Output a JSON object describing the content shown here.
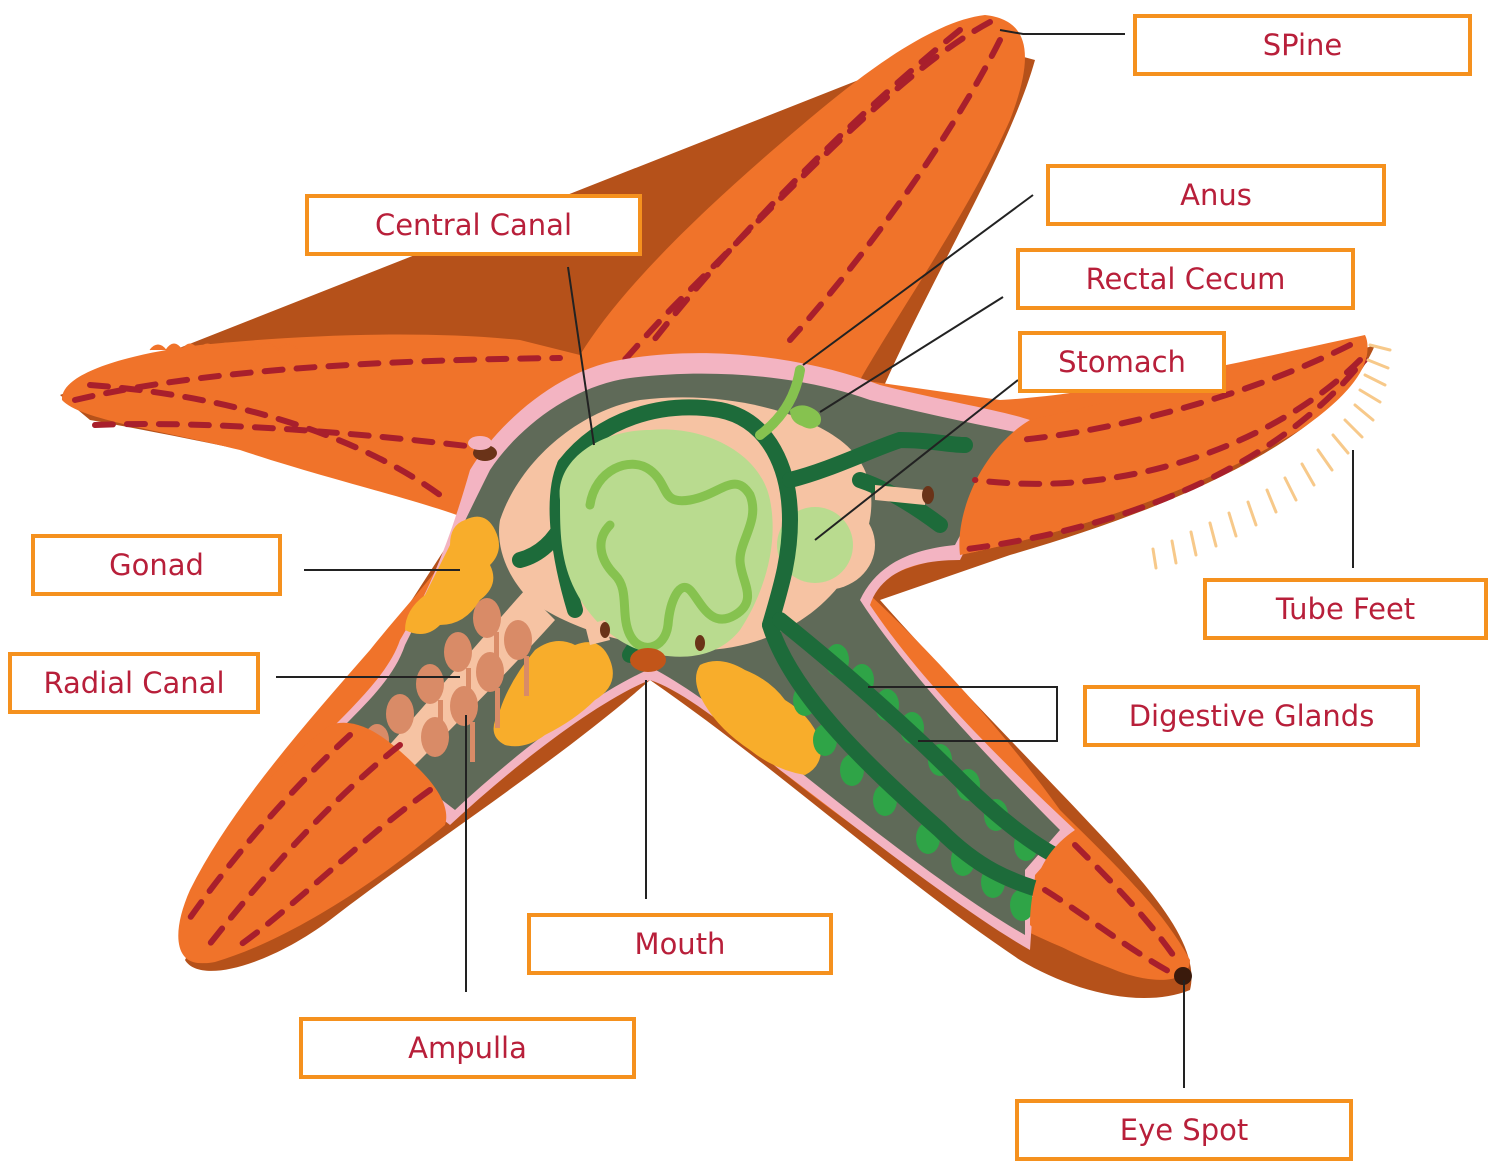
{
  "labels": {
    "spine": "SPine",
    "anus": "Anus",
    "rectal_cecum": "Rectal Cecum",
    "stomach": "Stomach",
    "central_canal": "Central Canal",
    "gonad": "Gonad",
    "radial_canal": "Radial Canal",
    "tube_feet": "Tube Feet",
    "digestive_glands": "Digestive Glands",
    "mouth": "Mouth",
    "ampulla": "Ampulla",
    "eye_spot": "Eye Spot"
  },
  "colors": {
    "body": "#f0732a",
    "body_shadow": "#b5511a",
    "spine_dots": "#a81f2c",
    "cavity": "#5f6a58",
    "lining": "#f3b4c2",
    "peach": "#f6c3a3",
    "stomach": "#b9db8f",
    "stomach_tube": "#86c24f",
    "dark_green": "#1d6b3a",
    "gland": "#2fa447",
    "gonad": "#f8ad2b",
    "ampulla": "#d98b67",
    "label_border": "#f5911e",
    "label_text": "#b81f3a"
  }
}
